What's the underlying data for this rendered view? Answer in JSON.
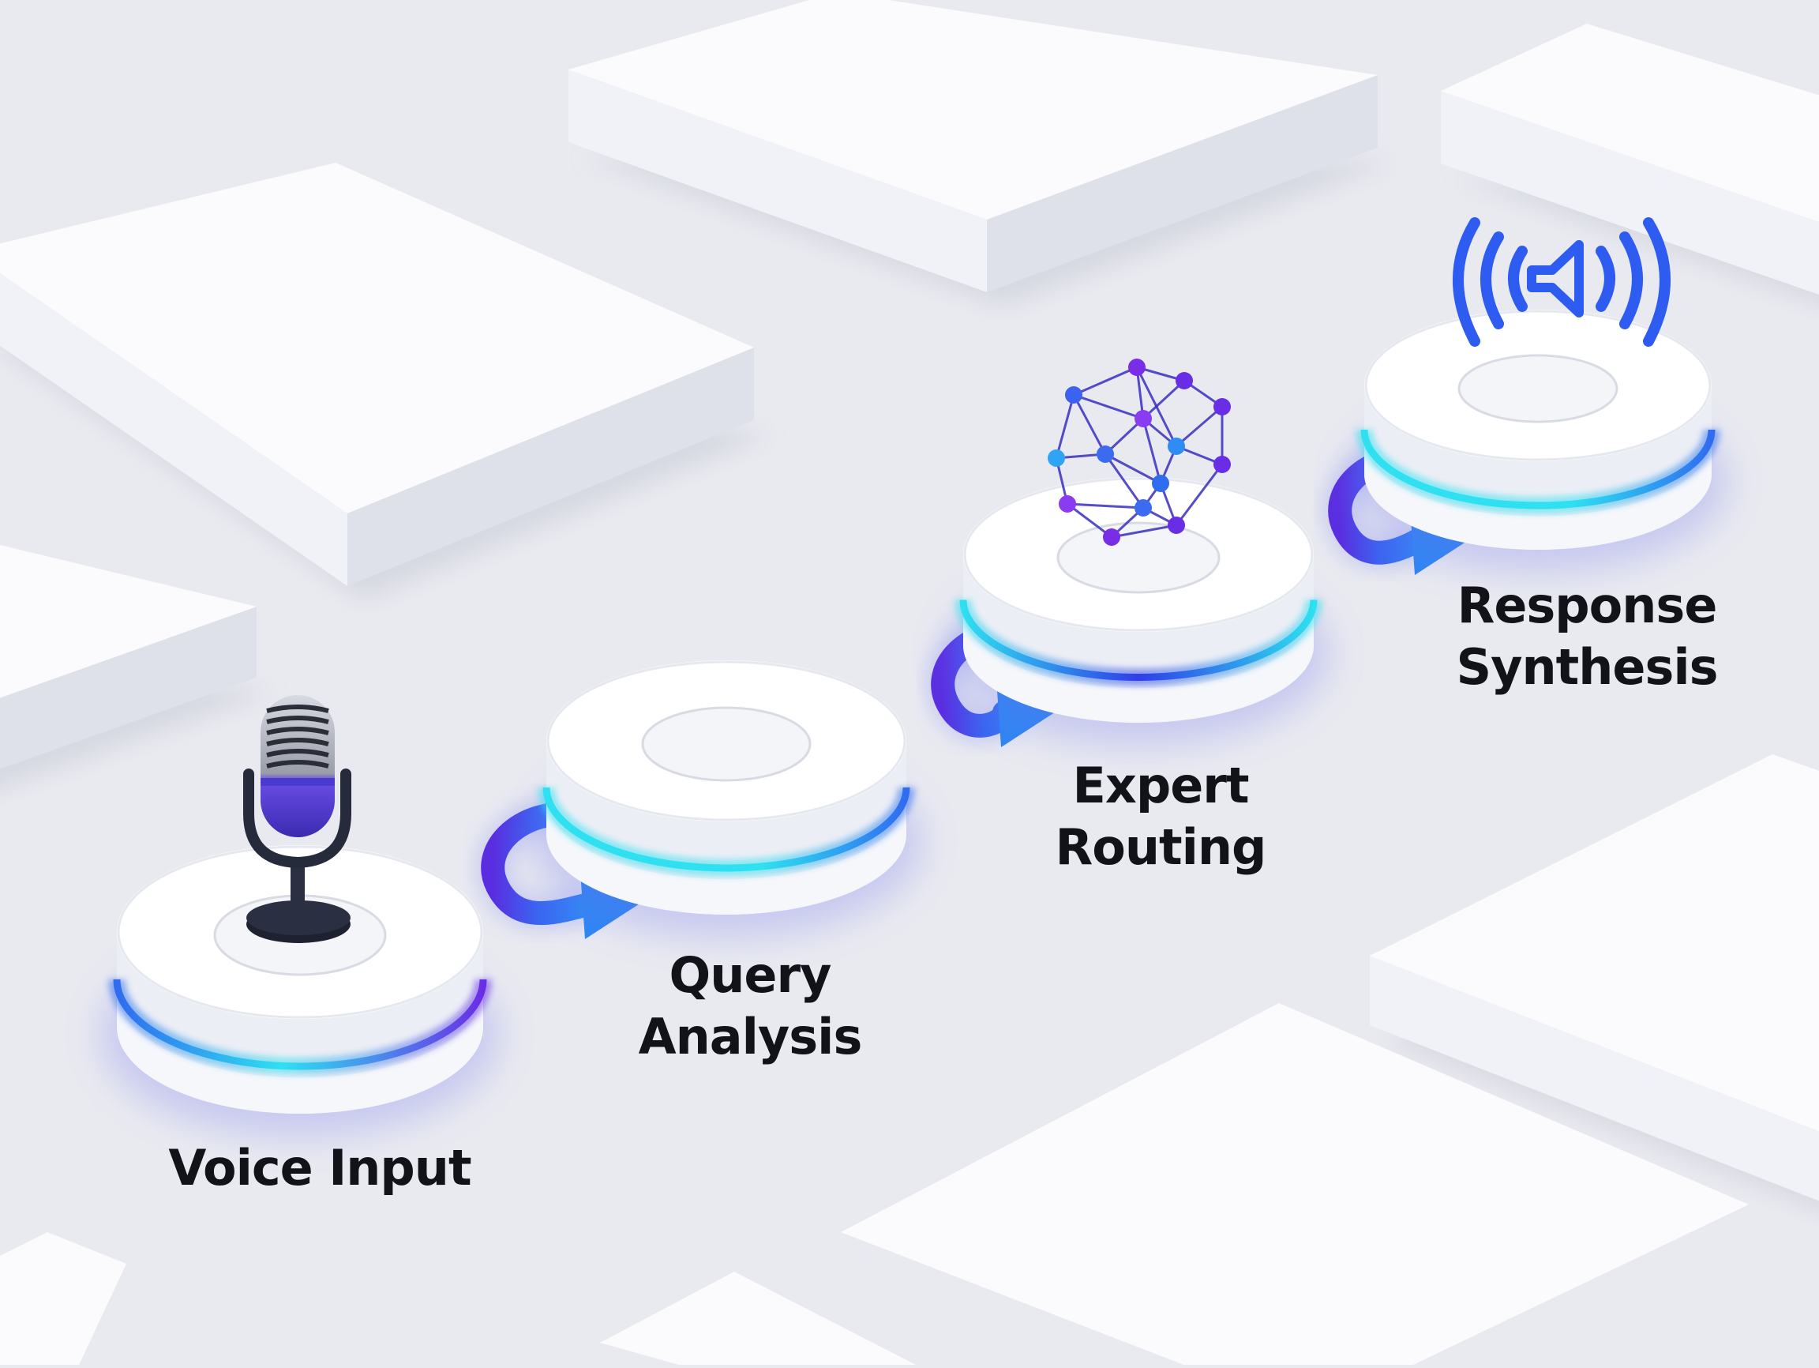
{
  "steps": [
    {
      "line1": "Voice Input",
      "line2": "",
      "icon": "microphone-icon"
    },
    {
      "line1": "Query",
      "line2": "Analysis",
      "icon": "sound-wave-icon"
    },
    {
      "line1": "Expert",
      "line2": "Routing",
      "icon": "network-graph-icon"
    },
    {
      "line1": "Response",
      "line2": "Synthesis",
      "icon": "speaker-icon"
    }
  ],
  "colors": {
    "background": "#e9eaf0",
    "accent_blue": "#2f6cf0",
    "accent_purple": "#6a2de6",
    "accent_cyan": "#2ee0f0"
  }
}
